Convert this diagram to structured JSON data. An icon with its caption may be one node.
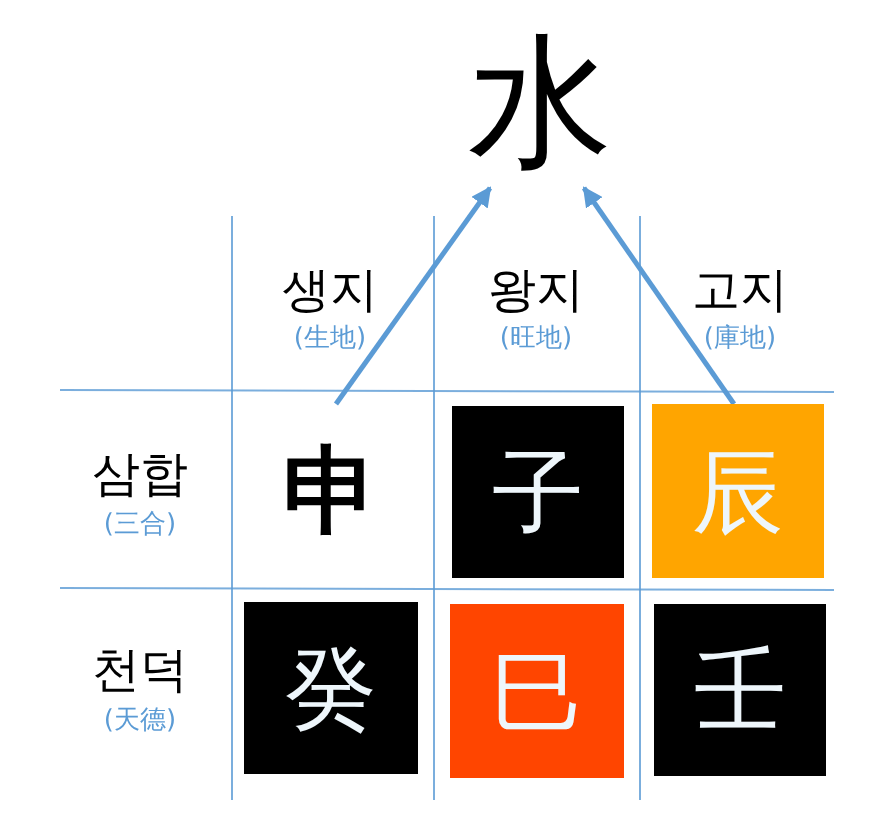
{
  "diagram": {
    "nodes": [
      {
        "text": [
          "水"
        ]
      },
      {
        "text": [
          "申"
        ]
      },
      {
        "text": [
          "子"
        ]
      },
      {
        "text": [
          "辰"
        ]
      },
      {
        "text": [
          "癸"
        ]
      },
      {
        "text": [
          "巳"
        ]
      },
      {
        "text": [
          "壬"
        ]
      }
    ],
    "edges": [
      {
        "from": 1,
        "to": 0,
        "arrow": "to"
      },
      {
        "from": 3,
        "to": 0,
        "arrow": "to"
      }
    ],
    "labels": [
      "생지",
      "(生地)",
      "왕지",
      "(旺地)",
      "고지",
      "(庫地)",
      "삼합",
      "(三合)",
      "천덕",
      "(天德)"
    ]
  }
}
